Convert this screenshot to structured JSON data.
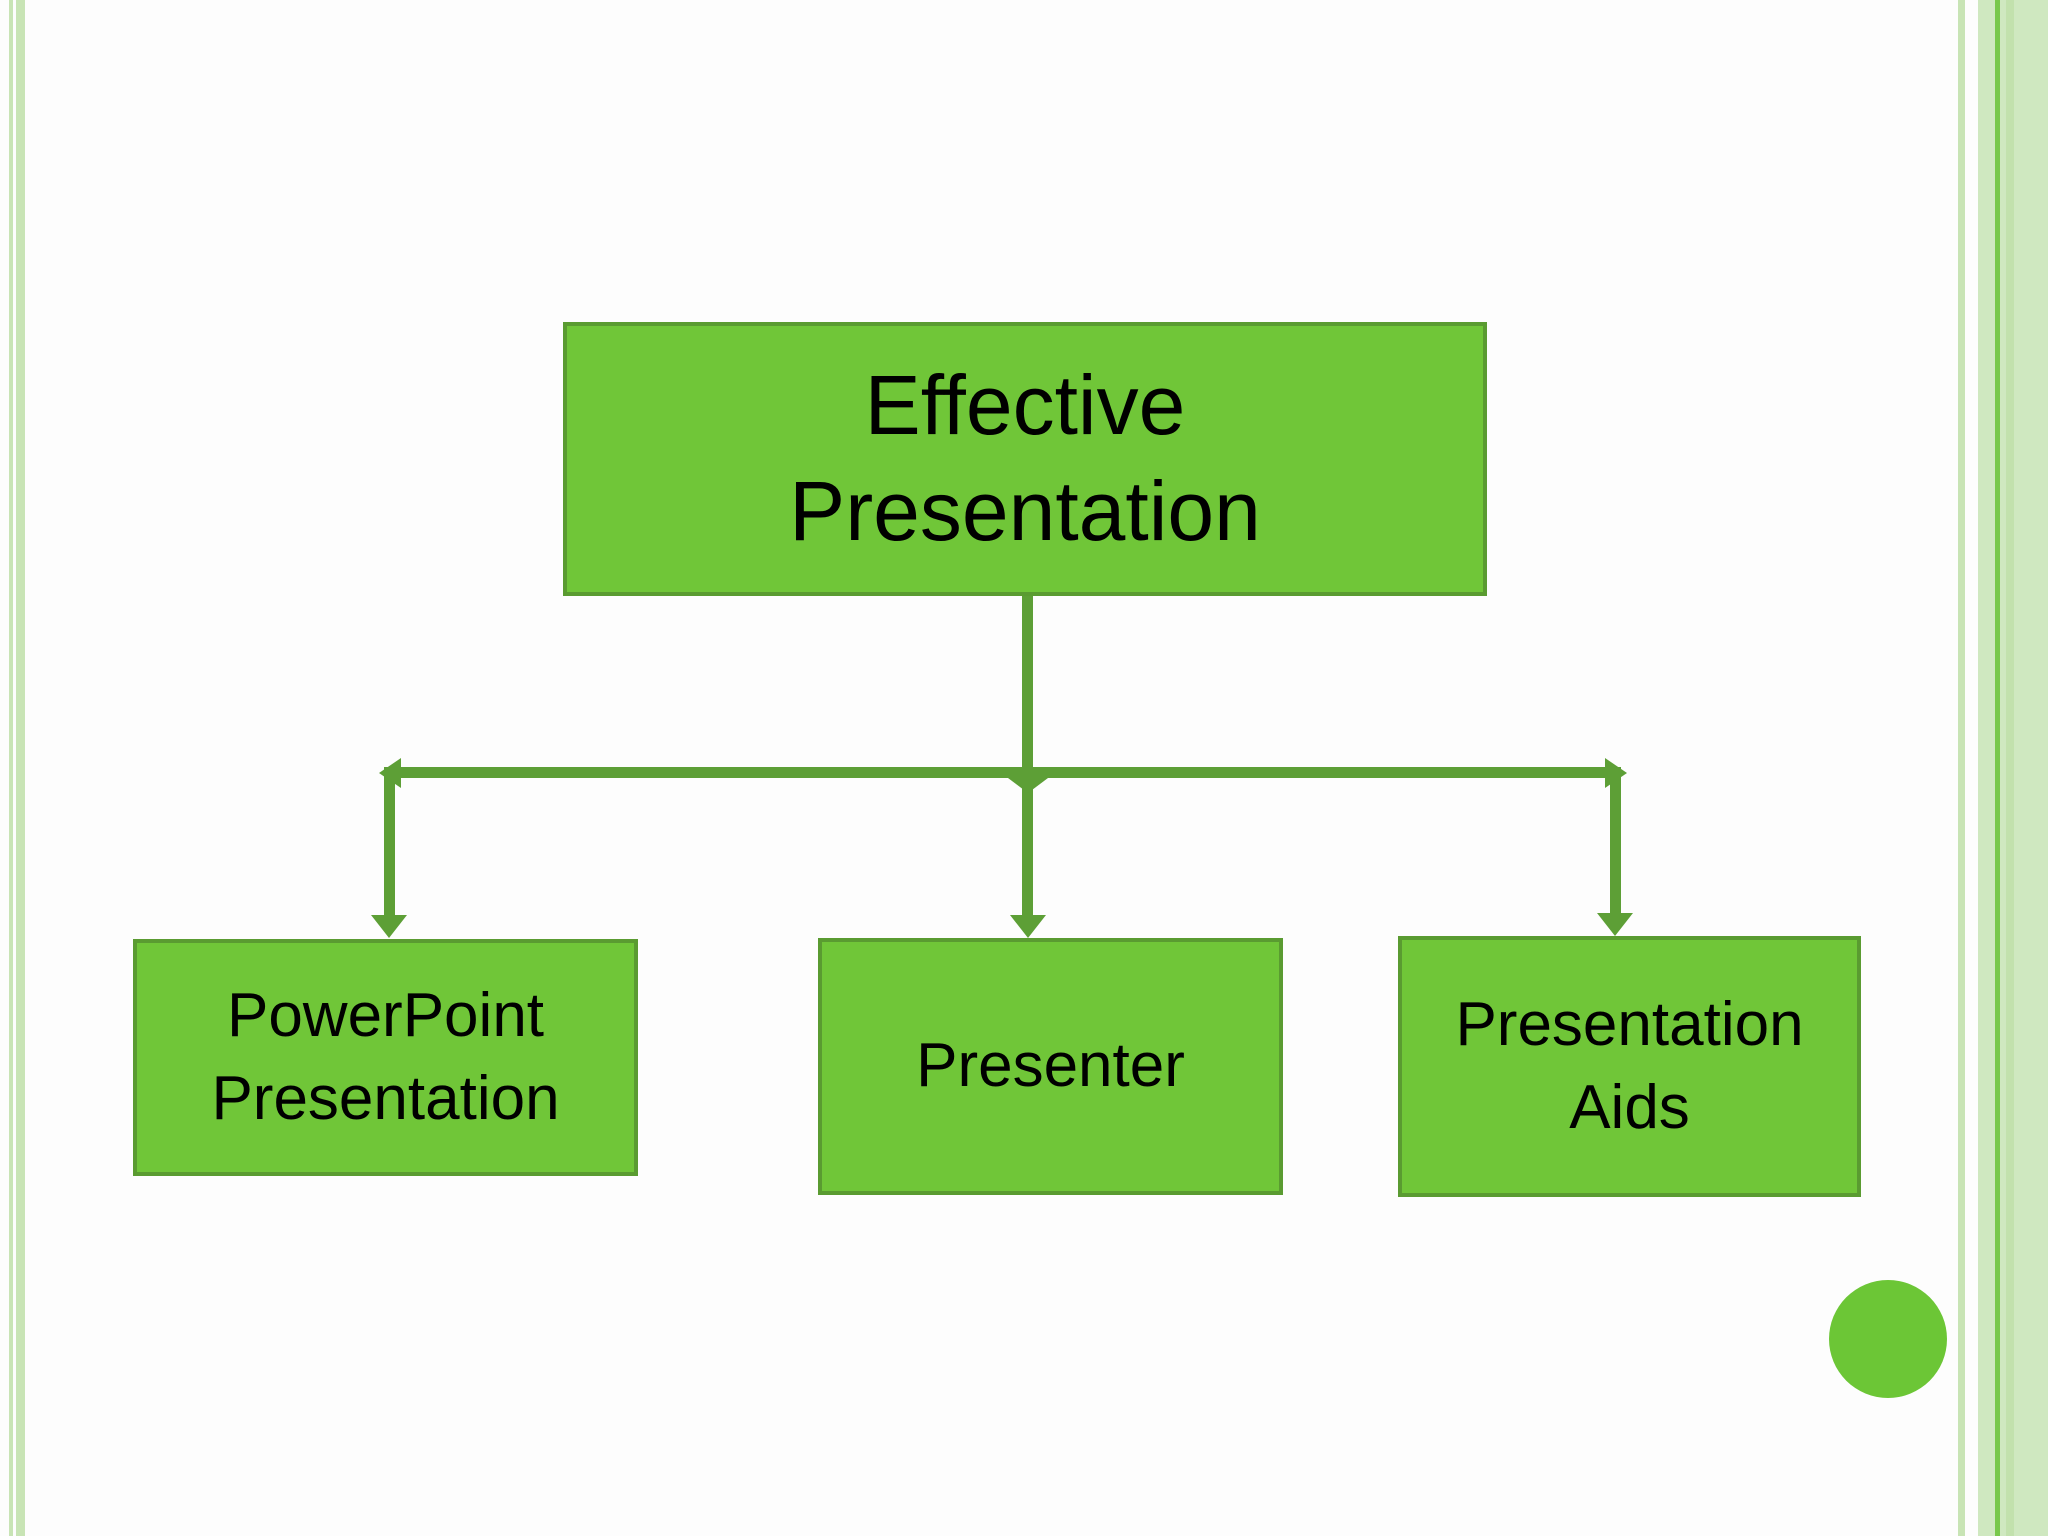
{
  "slide": {
    "kind": "presentation-slide-flowchart"
  },
  "diagram": {
    "type": "org-chart",
    "root": {
      "label": "Effective\nPresentation"
    },
    "children": [
      {
        "label": "PowerPoint\nPresentation"
      },
      {
        "label": "Presenter"
      },
      {
        "label": "Presentation\nAids"
      }
    ],
    "edges": [
      {
        "from": "Effective Presentation",
        "to": "PowerPoint Presentation",
        "arrow": "down"
      },
      {
        "from": "Effective Presentation",
        "to": "Presenter",
        "arrow": "down"
      },
      {
        "from": "Effective Presentation",
        "to": "Presentation Aids",
        "arrow": "down"
      }
    ]
  },
  "colors": {
    "bg": "#fdfdfd",
    "fill": "#70c638",
    "boxborder": "#5a9b31",
    "conn": "#5d9f36",
    "text": "#000000",
    "stripe_light": "#c8e4b5",
    "stripe_band": "#cfe8c0",
    "stripe_bright": "#78c84b",
    "stripe_medium": "#c2e1ad",
    "circle": "#6cc636"
  }
}
